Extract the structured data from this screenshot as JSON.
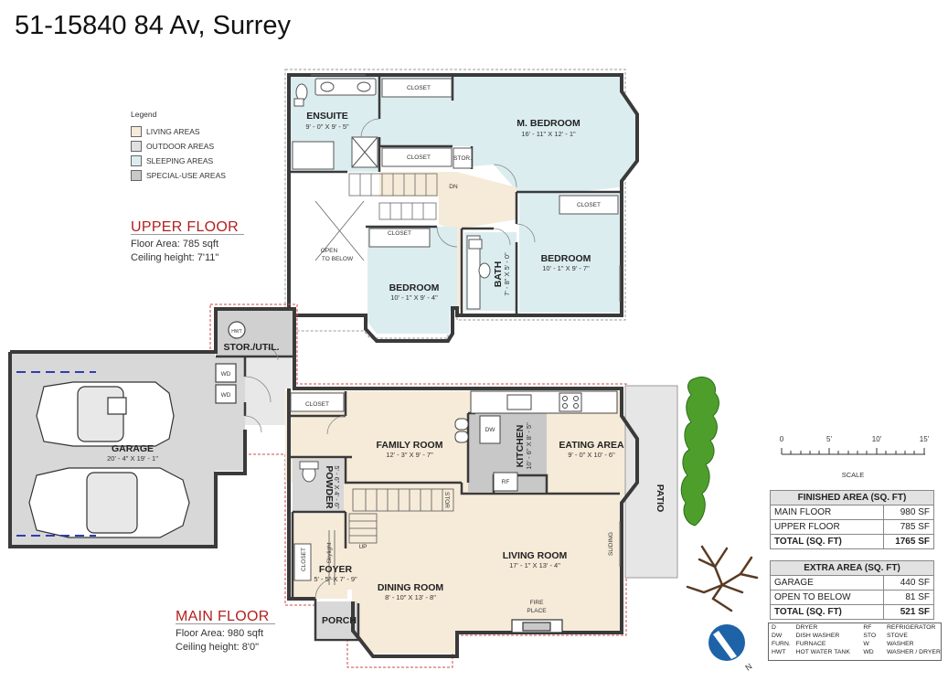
{
  "title": "51-15840 84 Av, Surrey",
  "legend": {
    "title": "Legend",
    "items": [
      {
        "label": "LIVING AREAS",
        "color": "#f6ebd9"
      },
      {
        "label": "OUTDOOR AREAS",
        "color": "#e0e0e0"
      },
      {
        "label": "SLEEPING AREAS",
        "color": "#dcedf0"
      },
      {
        "label": "SPECIAL-USE AREAS",
        "color": "#c8c8c8"
      }
    ]
  },
  "upper_floor": {
    "heading": "UPPER FLOOR",
    "area": "Floor Area: 785 sqft",
    "ceiling": "Ceiling height: 7'11\""
  },
  "main_floor": {
    "heading": "MAIN FLOOR",
    "area": "Floor Area: 980 sqft",
    "ceiling": "Ceiling height: 8'0\""
  },
  "rooms": {
    "ensuite": {
      "name": "ENSUITE",
      "dims": "9' - 0\" X 9' - 5\""
    },
    "master": {
      "name": "M. BEDROOM",
      "dims": "16' - 11\" X 12' - 1\""
    },
    "bedroom_right": {
      "name": "BEDROOM",
      "dims": "10' - 1\" X 9' - 7\""
    },
    "bedroom_left": {
      "name": "BEDROOM",
      "dims": "10' - 1\" X 9' - 4\""
    },
    "bath": {
      "name": "BATH",
      "dims": "7' - 8\" X 5' - 0\""
    },
    "closet": "CLOSET",
    "stor": "STOR.",
    "dn": "DN",
    "open_below": [
      "OPEN",
      "TO BELOW"
    ],
    "stor_util": "STOR./UTIL.",
    "hwt": "HWT",
    "wd": "WD",
    "garage": {
      "name": "GARAGE",
      "dims": "20' - 4\" X 19' - 1\""
    },
    "family": {
      "name": "FAMILY ROOM",
      "dims": "12' - 3\" X 9' - 7\""
    },
    "kitchen": {
      "name": "KITCHEN",
      "dims": "10' - 6\" X 8' - 5\""
    },
    "eating": {
      "name": "EATING AREA",
      "dims": "9' - 0\" X 10' - 6\""
    },
    "dw": "DW",
    "rf": "RF",
    "powder": {
      "name": "POWDER",
      "dims": "5' - 6\" X 4' - 6\""
    },
    "stor_v": "STOR",
    "foyer": {
      "name": "FOYER",
      "dims": "5' - 5\" X 7' - 9\""
    },
    "skylight": "Skylight",
    "up": "UP",
    "dining": {
      "name": "DINING ROOM",
      "dims": "8' - 10\" X 13' - 8\""
    },
    "living": {
      "name": "LIVING ROOM",
      "dims": "17' - 1\" X 13' - 4\""
    },
    "sliding": "SLIDING",
    "fireplace": [
      "FIRE",
      "PLACE"
    ],
    "porch": "PORCH",
    "patio": "PATIO"
  },
  "scale": {
    "ticks": [
      "0",
      "5'",
      "10'",
      "15'"
    ],
    "label": "SCALE"
  },
  "finished_area": {
    "header": "FINISHED AREA (SQ. FT)",
    "rows": [
      {
        "label": "MAIN FLOOR",
        "value": "980 SF"
      },
      {
        "label": "UPPER FLOOR",
        "value": "785 SF"
      }
    ],
    "total": {
      "label": "TOTAL (SQ. FT)",
      "value": "1765 SF"
    }
  },
  "extra_area": {
    "header": "EXTRA AREA (SQ. FT)",
    "rows": [
      {
        "label": "GARAGE",
        "value": "440 SF"
      },
      {
        "label": "OPEN TO BELOW",
        "value": "81 SF"
      }
    ],
    "total": {
      "label": "TOTAL (SQ. FT)",
      "value": "521 SF"
    }
  },
  "abbreviations": [
    {
      "a": "D",
      "b": "DRYER",
      "c": "RF",
      "d": "REFRIGERATOR"
    },
    {
      "a": "DW",
      "b": "DISH WASHER",
      "c": "STO",
      "d": "STOVE"
    },
    {
      "a": "FURN.",
      "b": "FURNACE",
      "c": "W",
      "d": "WASHER"
    },
    {
      "a": "HWT",
      "b": "HOT WATER TANK",
      "c": "WD",
      "d": "WASHER / DRYER"
    }
  ],
  "compass": {
    "label": "N"
  }
}
